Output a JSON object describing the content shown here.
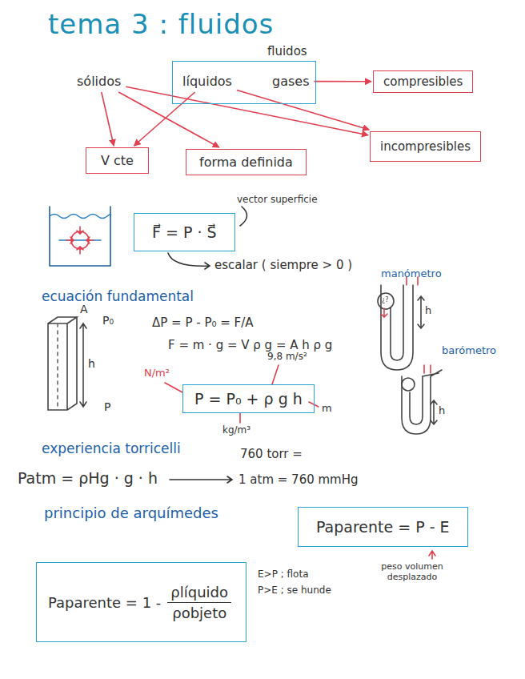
{
  "diagram": {
    "title": "tema 3 : fluidos",
    "nodes": [
      {
        "text": [
          "fluidos"
        ]
      },
      {
        "text": [
          "líquidos"
        ],
        "in": 0
      },
      {
        "text": [
          "gases"
        ],
        "in": 0
      },
      {
        "text": [
          "sólidos"
        ]
      },
      {
        "text": [
          "compresibles"
        ]
      },
      {
        "text": [
          "incompresibles"
        ]
      },
      {
        "text": [
          "V cte"
        ]
      },
      {
        "text": [
          "forma definida"
        ]
      },
      {
        "text": [
          "F⃗ = P · S⃗"
        ]
      },
      {
        "text": [
          "P = P₀ + ρ g h"
        ]
      },
      {
        "text": [
          "Paparente = P - E"
        ]
      },
      {
        "text": [
          "Paparente = 1 -",
          "ρlíquido",
          "ρobjeto"
        ]
      }
    ],
    "edges": [
      {
        "from": 3,
        "to": 6,
        "arrow": "to"
      },
      {
        "from": 3,
        "to": 7,
        "arrow": "to"
      },
      {
        "from": 3,
        "to": 5,
        "arrow": "to"
      },
      {
        "from": 1,
        "to": 6,
        "arrow": "to"
      },
      {
        "from": 1,
        "to": 5,
        "arrow": "to"
      },
      {
        "from": 2,
        "to": 4,
        "arrow": "to"
      }
    ],
    "labels": [
      "vector superficie",
      "escalar ( siempre > 0 )",
      "ecuación fundamental",
      "A",
      "P₀",
      "h",
      "P",
      "ΔP = P - P₀ = F/A",
      "F = m · g = V ρ g = A h ρ g",
      "9,8 m/s²",
      "N/m²",
      "kg/m³",
      "m",
      "manómetro",
      "barómetro",
      "h",
      "h",
      "¿?",
      "experiencia torricelli",
      "Patm = ρHg · g · h",
      "760 torr =",
      "1 atm = 760 mmHg",
      "principio de arquímedes",
      "E>P ; flota",
      "P>E ; se hunde",
      "peso volumen desplazado"
    ]
  }
}
